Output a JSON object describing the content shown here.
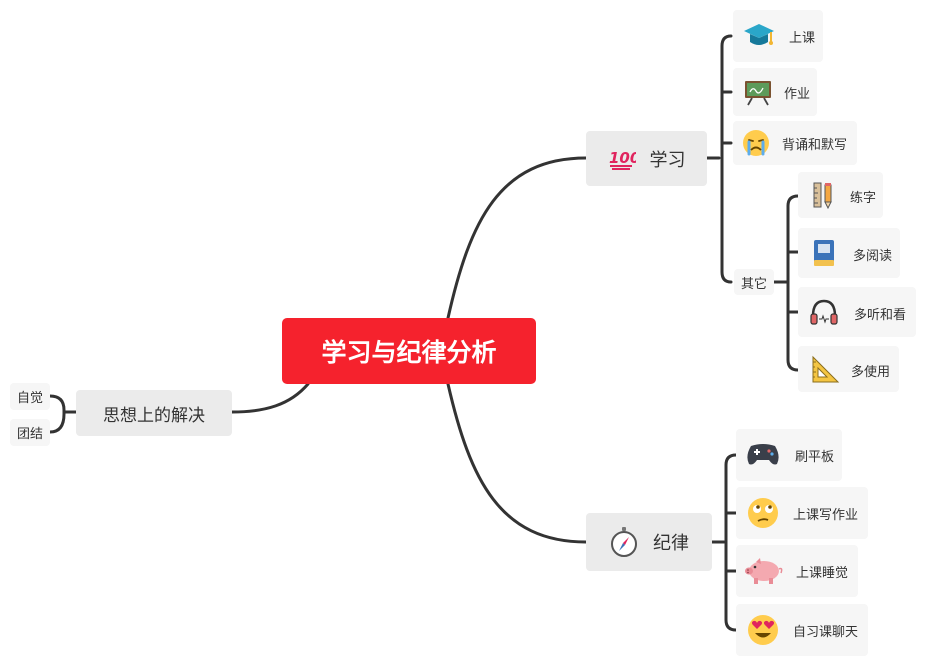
{
  "root": {
    "label": "学习与纪律分析"
  },
  "left": {
    "label": "思想上的解决",
    "children": [
      "自觉",
      "团结"
    ]
  },
  "study": {
    "label": "学习",
    "icon": "hundred-points-icon",
    "children": [
      {
        "label": "上课",
        "icon": "graduation-cap-icon"
      },
      {
        "label": "作业",
        "icon": "chalkboard-icon"
      },
      {
        "label": "背诵和默写",
        "icon": "crying-face-icon"
      }
    ],
    "other": {
      "label": "其它",
      "children": [
        {
          "label": "练字",
          "icon": "ruler-pencil-icon"
        },
        {
          "label": "多阅读",
          "icon": "book-icon"
        },
        {
          "label": "多听和看",
          "icon": "headphones-icon"
        },
        {
          "label": "多使用",
          "icon": "set-square-icon"
        }
      ]
    }
  },
  "discipline": {
    "label": "纪律",
    "icon": "compass-icon",
    "children": [
      {
        "label": "刷平板",
        "icon": "gamepad-icon"
      },
      {
        "label": "上课写作业",
        "icon": "rolling-eyes-face-icon"
      },
      {
        "label": "上课睡觉",
        "icon": "pig-icon"
      },
      {
        "label": "自习课聊天",
        "icon": "heart-eyes-face-icon"
      }
    ]
  },
  "colors": {
    "root_bg": "#f5222d",
    "line": "#333333",
    "main_bg": "#ebebeb",
    "leaf_bg": "#f6f6f6"
  }
}
